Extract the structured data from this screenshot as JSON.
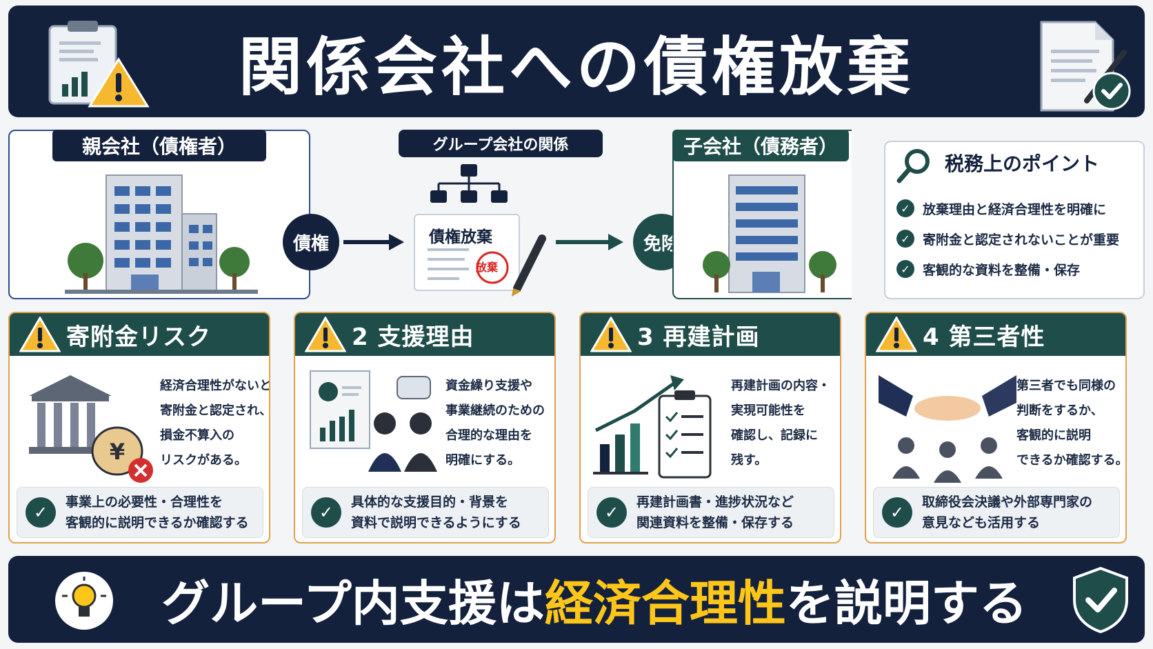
{
  "title": "関係会社への債権放棄",
  "parent": {
    "label": "親会社（債権者）"
  },
  "group": {
    "label": "グループ会社の関係"
  },
  "child": {
    "label": "子会社（債務者）"
  },
  "flow": {
    "credit": "債権",
    "waiver_doc": "債権放棄",
    "seal": "放棄",
    "exempt": "免除"
  },
  "tax": {
    "title": "税務上のポイント",
    "items": [
      "放棄理由と経済合理性を明確に",
      "寄附金と認定されないことが重要",
      "客観的な資料を整備・保存"
    ]
  },
  "cards": [
    {
      "title": "寄附金リスク",
      "body": [
        "経済合理性がないと",
        "寄附金と認定され、",
        "損金不算入の",
        "リスクがある。"
      ],
      "foot": [
        "事業上の必要性・合理性を",
        "客観的に説明できるか確認する"
      ]
    },
    {
      "title": "2 支援理由",
      "body": [
        "資金繰り支援や",
        "事業継続のための",
        "合理的な理由を",
        "明確にする。"
      ],
      "foot": [
        "具体的な支援目的・背景を",
        "資料で説明できるようにする"
      ]
    },
    {
      "title": "3 再建計画",
      "body": [
        "再建計画の内容・",
        "実現可能性を",
        "確認し、記録に",
        "残す。"
      ],
      "foot": [
        "再建計画書・進捗状況など",
        "関連資料を整備・保存する"
      ]
    },
    {
      "title": "4 第三者性",
      "body": [
        "第三者でも同様の",
        "判断をするか、",
        "客観的に説明",
        "できるか確認する。"
      ],
      "foot": [
        "取締役会決議や外部専門家の",
        "意見なども活用する"
      ]
    }
  ],
  "bottom": {
    "pre": "グループ内支援は",
    "highlight": "経済合理性",
    "post": "を説明する"
  },
  "colors": {
    "navy": "#14213d",
    "green": "#1e4d4a",
    "orange": "#e1a14a",
    "yellow": "#ffc61a",
    "warning": "#f5b82e"
  }
}
